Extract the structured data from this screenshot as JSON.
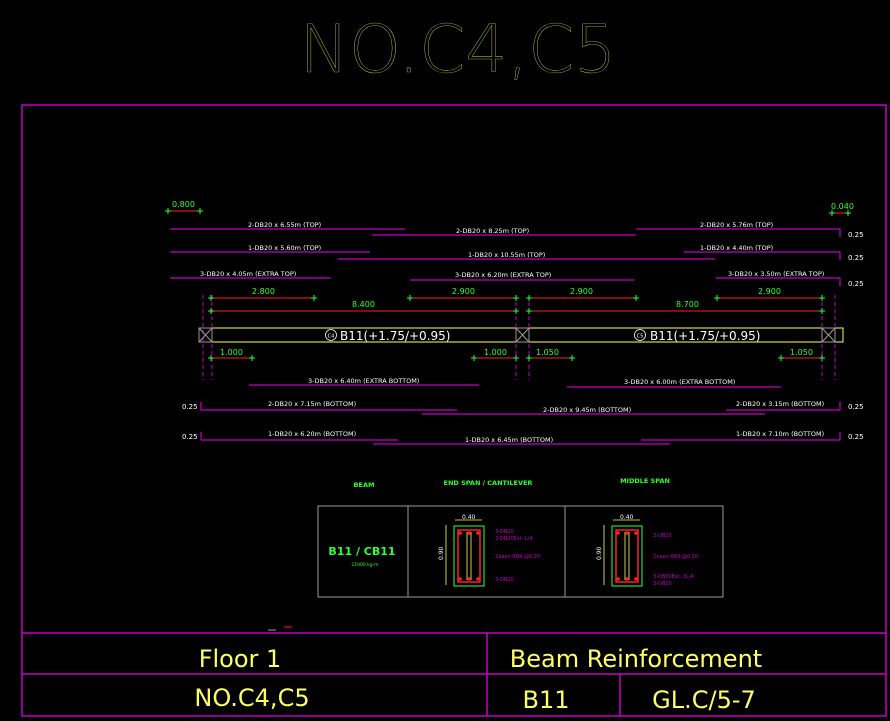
{
  "title": "NO.C4,C5",
  "colors": {
    "yellow": "#ffff66",
    "magenta": "#c400c4",
    "white": "#ffffff",
    "green": "#33ff33",
    "red": "#ff2020",
    "grey": "#9a9a9a"
  },
  "diagram": {
    "left_offset": "0.800",
    "right_offset": "0.040",
    "end_values": [
      "0.25",
      "0.25",
      "0.25"
    ],
    "top_bars": [
      {
        "label": "2-DB20 x 6.55m (TOP)"
      },
      {
        "label": "2-DB20 x 8.25m (TOP)"
      },
      {
        "label": "2-DB20 x 5.76m (TOP)"
      },
      {
        "label": "1-DB20 x 5.60m (TOP)"
      },
      {
        "label": "1-DB20 x 10.55m (TOP)"
      },
      {
        "label": "1-DB20 x 4.40m (TOP)"
      },
      {
        "label": "3-DB20 x 4.05m (EXTRA TOP)"
      },
      {
        "label": "3-DB20 x 6.20m (EXTRA TOP)"
      },
      {
        "label": "3-DB20 x 3.50m (EXTRA TOP)"
      }
    ],
    "top_dims": [
      "2.800",
      "2.900",
      "2.900",
      "2.900"
    ],
    "span_dims": [
      "8.400",
      "8.700"
    ],
    "beam_labels": [
      {
        "tag": "C4",
        "text": "B11(+1.75/+0.95)"
      },
      {
        "tag": "C5",
        "text": "B11(+1.75/+0.95)"
      }
    ],
    "bottom_dims": [
      "1.000",
      "1.000",
      "1.050",
      "1.050"
    ],
    "bottom_bars": [
      {
        "label": "3-DB20 x 6.40m (EXTRA BOTTOM)"
      },
      {
        "label": "3-DB20 x 6.00m (EXTRA BOTTOM)"
      },
      {
        "label": "2-DB20 x 7.15m (BOTTOM)"
      },
      {
        "label": "2-DB20 x 9.45m (BOTTOM)"
      },
      {
        "label": "2-DB20 x 3.15m (BOTTOM)"
      },
      {
        "label": "1-DB20 x 6.20m (BOTTOM)"
      },
      {
        "label": "1-DB20 x 6.45m (BOTTOM)"
      },
      {
        "label": "1-DB20 x 7.10m (BOTTOM)"
      }
    ],
    "bottom_left_values": [
      "0.25",
      "0.25"
    ],
    "bottom_right_values": [
      "0.25",
      "0.25"
    ]
  },
  "section_table": {
    "headers": [
      "BEAM",
      "END SPAN / CANTILEVER",
      "MIDDLE SPAN"
    ],
    "beam_name": "B11 / CB11",
    "beam_sub": "21000 kg-m",
    "end": {
      "width": "0.40",
      "depth": "0.90",
      "notes": [
        "3-DB20",
        "3-DB20Ext. L/4",
        "2ปลอก-RB9 @0.20",
        "3-DB20"
      ]
    },
    "middle": {
      "width": "0.40",
      "depth": "0.90",
      "notes": [
        "3-DB20",
        "2ปลอก-RB9 @0.20",
        "3-DB20Ext. 3L/4",
        "3-DB20"
      ]
    }
  },
  "title_block": {
    "floor": "Floor 1",
    "drawing_title": "Beam Reinforcement",
    "column_ref": "NO.C4,C5",
    "beam": "B11",
    "grid": "GL.C/5-7"
  }
}
